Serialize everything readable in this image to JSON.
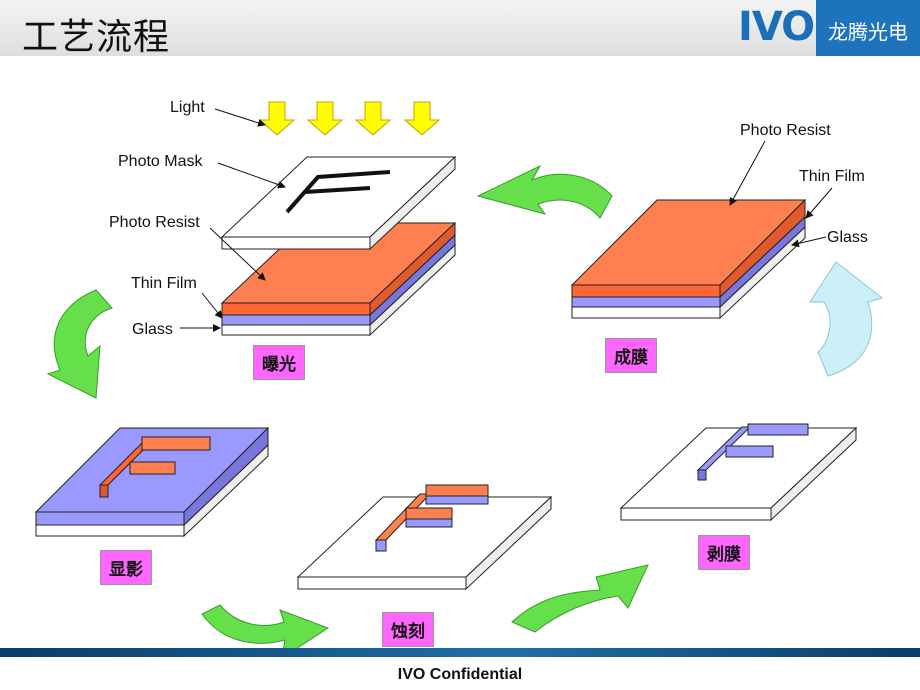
{
  "header": {
    "title": "工艺流程",
    "logo_text": "IVO",
    "logo_cn": "龙腾光电"
  },
  "labels": {
    "light": "Light",
    "photo_mask": "Photo Mask",
    "photo_resist_left": "Photo Resist",
    "thin_film_left": "Thin Film",
    "glass_left": "Glass",
    "photo_resist_right": "Photo Resist",
    "thin_film_right": "Thin Film",
    "glass_right": "Glass"
  },
  "steps": {
    "exposure": "曝光",
    "film_forming": "成膜",
    "develop": "显影",
    "etch": "蚀刻",
    "strip": "剥膜"
  },
  "footer": {
    "text": "IVO Confidential"
  },
  "colors": {
    "photo_resist": "#ff7f50",
    "thin_film": "#9999ff",
    "glass": "#ffffff",
    "light_arrow": "#ffff00",
    "flow_arrow": "#66e04a",
    "return_arrow": "#ccf0f8",
    "step_label_bg": "#ff66ff",
    "logo_bg": "#1d74bd"
  }
}
